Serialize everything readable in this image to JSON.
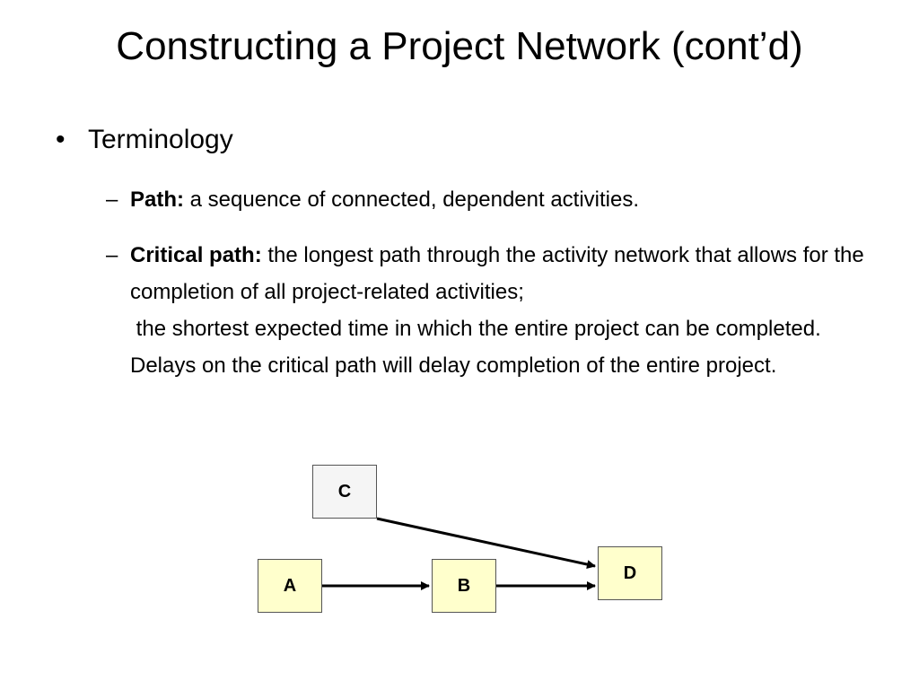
{
  "title": "Constructing a Project Network (cont’d)",
  "bullet": {
    "symbol": "•",
    "text": "Terminology"
  },
  "items": [
    {
      "dash": "–",
      "term": "Path:",
      "definition": " a sequence of connected, dependent activities."
    },
    {
      "dash": "–",
      "term": "Critical path:",
      "definition": " the longest path through the activity network that allows for the completion of all project-related activities;",
      "continuation": " the shortest expected time in which the entire project can be completed. Delays on the critical path will delay completion of the entire project."
    }
  ],
  "network": {
    "nodes": [
      {
        "id": "C",
        "label": "C",
        "fill": "#f5f5f5"
      },
      {
        "id": "A",
        "label": "A",
        "fill": "#ffffcc"
      },
      {
        "id": "B",
        "label": "B",
        "fill": "#ffffcc"
      },
      {
        "id": "D",
        "label": "D",
        "fill": "#ffffcc"
      }
    ],
    "edges": [
      {
        "from": "A",
        "to": "B"
      },
      {
        "from": "B",
        "to": "D"
      },
      {
        "from": "C",
        "to": "D"
      }
    ]
  }
}
